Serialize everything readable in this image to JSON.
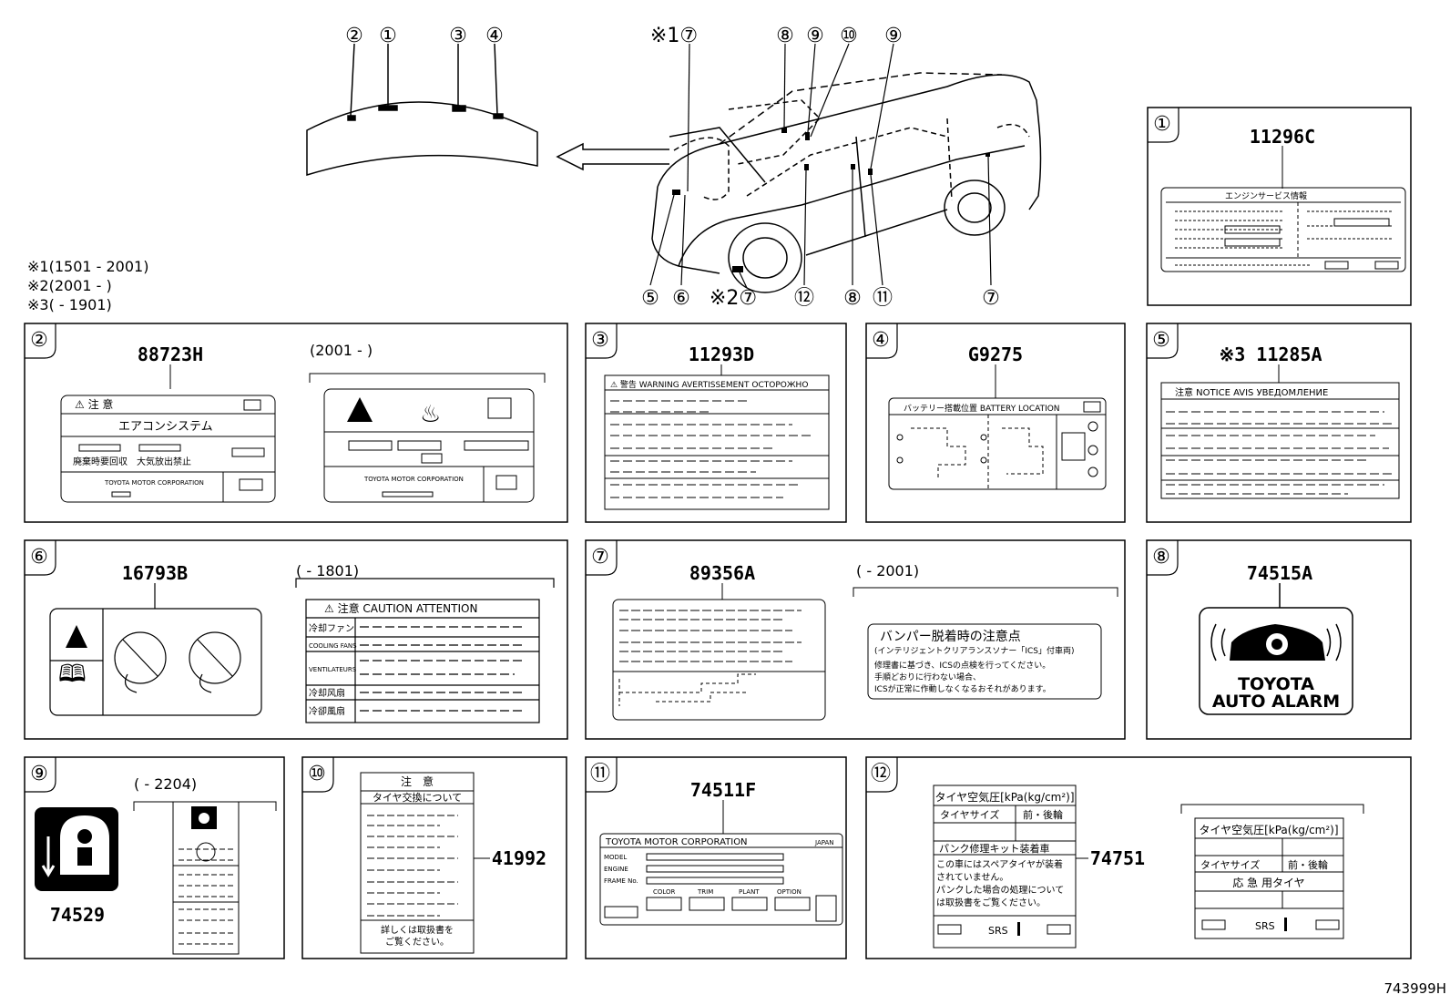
{
  "diagram_id": "743999H",
  "footnotes": [
    "※1(1501 - 2001)",
    "※2(2001 -      )",
    "※3(      - 1901)"
  ],
  "overview": {
    "hood_callouts": [
      "②",
      "①",
      "③",
      "④"
    ],
    "top_callouts": [
      "※1⑦",
      "⑧",
      "⑨",
      "⑩",
      "⑨"
    ],
    "bottom_callouts": [
      "⑤",
      "⑥",
      "※2⑦",
      "⑫",
      "⑧",
      "⑪",
      "⑦"
    ]
  },
  "panels": [
    {
      "num": "①",
      "part": "11296C",
      "label_header": "エンジンサービス情報"
    },
    {
      "num": "②",
      "part": "88723H",
      "range": "(2001 -        )",
      "label_title": "⚠ 注 意",
      "label_system": "エアコンシステム",
      "label_notes": "廃棄時要回収　大気放出禁止",
      "maker": "TOYOTA  MOTOR  CORPORATION"
    },
    {
      "num": "③",
      "part": "11293D",
      "label_header": "⚠ 警告  WARNING  AVERTISSEMENT  ОСТОРОЖНО"
    },
    {
      "num": "④",
      "part": "G9275",
      "label_header": "バッテリー搭載位置    BATTERY LOCATION"
    },
    {
      "num": "⑤",
      "part": "※3 11285A",
      "label_header": "注意    NOTICE    AVIS    УВЕДОМЛЕНИЕ"
    },
    {
      "num": "⑥",
      "part": "16793B",
      "range": "(      - 1801)",
      "label_header": "⚠ 注意  CAUTION  ATTENTION",
      "rows": [
        "冷却ファン",
        "COOLING FANS",
        "VENTILATEURS",
        "冷却风扇",
        "冷卻風扇"
      ]
    },
    {
      "num": "⑦",
      "part": "89356A",
      "range": "(      - 2001)",
      "label_title": "バンパー脱着時の注意点",
      "label_sub": "(インテリジェントクリアランスソナー「ICS」付車両)",
      "label_lines": [
        "修理書に基づき、ICSの点検を行ってください。",
        "手順どおりに行わない場合、",
        "ICSが正常に作動しなくなるおそれがあります。"
      ]
    },
    {
      "num": "⑧",
      "part": "74515A",
      "brand": "TOYOTA",
      "product": "AUTO ALARM"
    },
    {
      "num": "⑨",
      "part": "74529",
      "range": "(      - 2204)"
    },
    {
      "num": "⑩",
      "part": "41992",
      "label_title": "注　意",
      "label_sub": "タイヤ交換について",
      "label_foot": [
        "詳しくは取扱書を",
        "ご覧ください。"
      ]
    },
    {
      "num": "⑪",
      "part": "74511F",
      "maker": "TOYOTA  MOTOR  CORPORATION",
      "country": "JAPAN",
      "fields": [
        "MODEL",
        "ENGINE",
        "FRAME No."
      ],
      "columns": [
        "COLOR",
        "TRIM",
        "PLANT",
        "OPTION"
      ]
    },
    {
      "num": "⑫",
      "part": "74751",
      "label_title": "タイヤ空気圧[kPa(kg/cm²)]",
      "cols": [
        "タイヤサイズ",
        "前・後輪"
      ],
      "kit": "パンク修理キット装着車",
      "lines": [
        "この車にはスペアタイヤが装着",
        "されていません。",
        "パンクした場合の処理について",
        "は取扱書をご覧ください。"
      ],
      "srs": "SRS",
      "alt_spare": "応 急 用タイヤ"
    }
  ]
}
